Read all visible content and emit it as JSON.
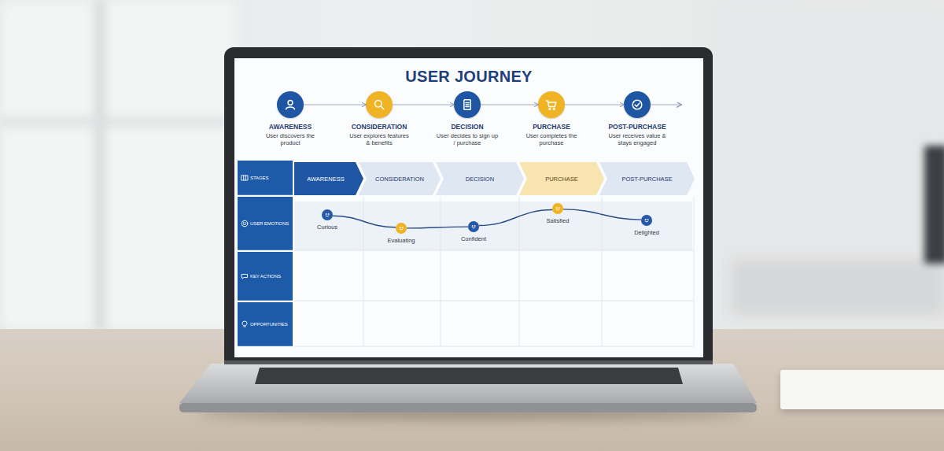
{
  "diagram": {
    "title": "USER JOURNEY",
    "nodes": [
      {
        "text": [
          "AWARENESS",
          "User discovers the product"
        ]
      },
      {
        "text": [
          "CONSIDERATION",
          "User explores features & benefits"
        ]
      },
      {
        "text": [
          "DECISION",
          "User decides to sign up / purchase"
        ]
      },
      {
        "text": [
          "PURCHASE",
          "User completes the purchase"
        ]
      },
      {
        "text": [
          "POST-PURCHASE",
          "User receives value & stays engaged"
        ]
      },
      {
        "text": [
          "STAGES"
        ]
      },
      {
        "text": [
          "AWARENESS"
        ]
      },
      {
        "text": [
          "CONSIDERATION"
        ]
      },
      {
        "text": [
          "DECISION"
        ]
      },
      {
        "text": [
          "PURCHASE"
        ]
      },
      {
        "text": [
          "POST-PURCHASE"
        ]
      },
      {
        "text": [
          "USER EMOTIONS"
        ]
      },
      {
        "text": [
          "Curious"
        ]
      },
      {
        "text": [
          "Evaluating"
        ]
      },
      {
        "text": [
          "Confident"
        ]
      },
      {
        "text": [
          "Satisfied"
        ]
      },
      {
        "text": [
          "Delighted"
        ]
      },
      {
        "text": [
          "KEY ACTIONS"
        ]
      },
      {
        "text": [
          "OPPORTUNITIES"
        ]
      }
    ],
    "edges": [
      {
        "from": 0,
        "to": 1,
        "arrow": "to"
      },
      {
        "from": 1,
        "to": 2,
        "arrow": "to"
      },
      {
        "from": 2,
        "to": 3,
        "arrow": "to"
      },
      {
        "from": 3,
        "to": 4,
        "arrow": "to"
      },
      {
        "from": 12,
        "to": 13,
        "arrow": "none"
      },
      {
        "from": 13,
        "to": 14,
        "arrow": "none"
      },
      {
        "from": 14,
        "to": 15,
        "arrow": "none"
      },
      {
        "from": 15,
        "to": 16,
        "arrow": "none"
      }
    ]
  }
}
